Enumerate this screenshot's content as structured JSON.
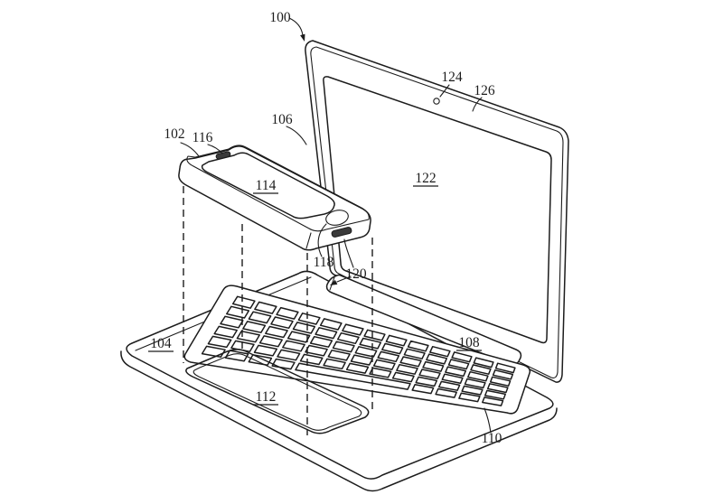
{
  "figure": {
    "background": "#ffffff",
    "line_color": "#1c1c1c",
    "slot_fill": "#3a3a3a",
    "labels": [
      {
        "ref": "100",
        "text": "100",
        "underline": false
      },
      {
        "ref": "102",
        "text": "102",
        "underline": false
      },
      {
        "ref": "104",
        "text": "104",
        "underline": true
      },
      {
        "ref": "106",
        "text": "106",
        "underline": false
      },
      {
        "ref": "108",
        "text": "108",
        "underline": true
      },
      {
        "ref": "110",
        "text": "110",
        "underline": false
      },
      {
        "ref": "112",
        "text": "112",
        "underline": true
      },
      {
        "ref": "114",
        "text": "114",
        "underline": true
      },
      {
        "ref": "116",
        "text": "116",
        "underline": false
      },
      {
        "ref": "118",
        "text": "118",
        "underline": false
      },
      {
        "ref": "120",
        "text": "120",
        "underline": false
      },
      {
        "ref": "122",
        "text": "122",
        "underline": true
      },
      {
        "ref": "124",
        "text": "124",
        "underline": false
      },
      {
        "ref": "126",
        "text": "126",
        "underline": false
      }
    ]
  }
}
